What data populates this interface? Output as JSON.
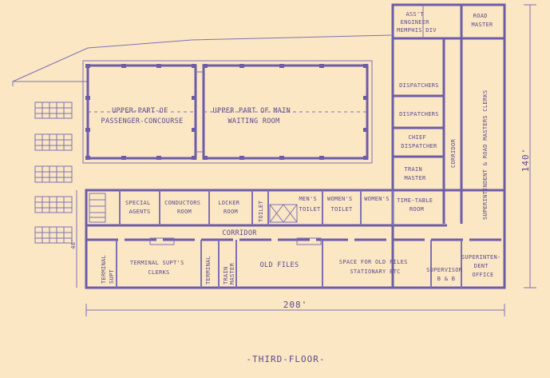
{
  "drawing": {
    "title": "-THIRD-FLOOR-",
    "color": "#6d5ca8",
    "paper": "#fbe7c4"
  },
  "rooms": {
    "concourse": [
      "UPPER-PART-OF",
      "PASSENGER-CONCOURSE"
    ],
    "waiting": [
      "UPPER PART OF MAIN",
      "WAITING ROOM"
    ],
    "asst_engineer": [
      "ASS'T",
      "ENGINEER",
      "MEMPHIS DIV"
    ],
    "road_master": [
      "ROAD",
      "MASTER"
    ],
    "dispatchers_1": "DISPATCHERS",
    "dispatchers_2": "DISPATCHERS",
    "chief_dispatcher": [
      "CHIEF",
      "DISPATCHER"
    ],
    "train_master": [
      "TRAIN",
      "MASTER"
    ],
    "superintendent_clerks": "SUPERINTENDENT & ROAD MASTERS CLERKS",
    "corridor_vertical": "CORRIDOR",
    "special_agents": [
      "SPECIAL",
      "AGENTS"
    ],
    "conductors": [
      "CONDUCTORS",
      "ROOM"
    ],
    "locker": [
      "LOCKER",
      "ROOM"
    ],
    "toilet": "TOILET",
    "mens_toilet": [
      "MEN'S",
      "TOILET"
    ],
    "womens_toilet": [
      "WOMEN'S",
      "TOILET"
    ],
    "womens": "WOMEN'S",
    "time_table": [
      "TIME-TABLE",
      "ROOM"
    ],
    "corridor_main": "CORRIDOR",
    "terminal_supt": [
      "TERMINAL",
      "SUPT"
    ],
    "terminal_supts_clerks": [
      "TERMINAL SUPT'S",
      "CLERKS"
    ],
    "terminal_train_master": [
      "TERMINAL",
      "TRAIN",
      "MASTER"
    ],
    "old_files": "OLD FILES",
    "stationary": [
      "SPACE FOR OLD FILES",
      "STATIONARY ETC"
    ],
    "supervisor": [
      "SUPERVISOR",
      "B & B"
    ],
    "superintendent_office": [
      "SUPERINTEN-",
      "DENT",
      "OFFICE"
    ]
  },
  "dimensions": {
    "width": "208'",
    "depth": "140'",
    "wing": "48'"
  }
}
